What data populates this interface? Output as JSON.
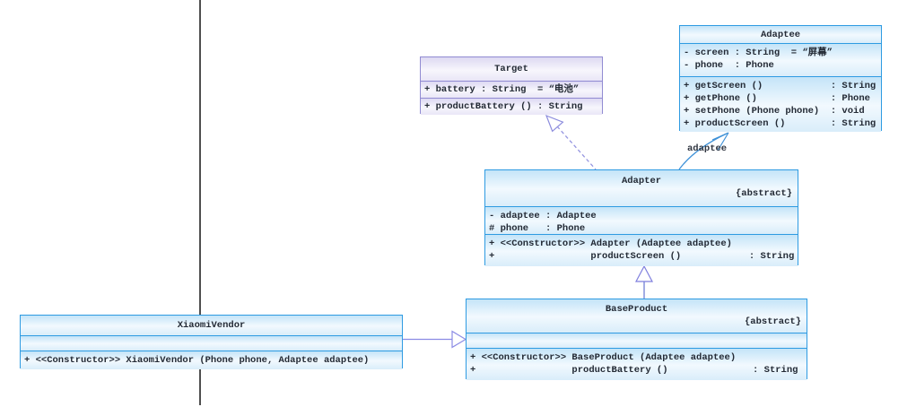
{
  "diagram": {
    "kind": "uml-class-diagram",
    "colors": {
      "class_border": "#2e9be2",
      "class_fill": "#d4ecfb",
      "interface_border": "#918bd2",
      "interface_fill": "#e9e6f7",
      "generalization_line": "#8585e0",
      "realization_dash": "#9595e0",
      "association_line": "#3f92d8",
      "guide_line": "#4f4f4f",
      "text": "#232a35"
    },
    "classes": {
      "target": {
        "name": "Target",
        "kind": "interface",
        "attributes": [
          "+ battery : String  = “电池”"
        ],
        "methods": [
          "+ productBattery () : String"
        ]
      },
      "adaptee": {
        "name": "Adaptee",
        "attributes": [
          "- screen : String  = “屏幕”",
          "- phone  : Phone"
        ],
        "methods": [
          "+ getScreen ()            : String",
          "+ getPhone ()             : Phone",
          "+ setPhone (Phone phone)  : void",
          "+ productScreen ()        : String"
        ]
      },
      "adapter": {
        "name": "Adapter",
        "stereotype": "{abstract}",
        "attributes": [
          "- adaptee : Adaptee",
          "# phone   : Phone"
        ],
        "methods": [
          "+ <<Constructor>> Adapter (Adaptee adaptee)",
          "+                 productScreen ()            : String"
        ]
      },
      "base_product": {
        "name": "BaseProduct",
        "stereotype": "{abstract}",
        "attributes": [],
        "methods": [
          "+ <<Constructor>> BaseProduct (Adaptee adaptee)",
          "+                 productBattery ()               : String"
        ]
      },
      "xiaomi_vendor": {
        "name": "XiaomiVendor",
        "attributes": [],
        "methods": [
          "+ <<Constructor>> XiaomiVendor (Phone phone, Adaptee adaptee)"
        ]
      }
    },
    "relationships": {
      "association_label": "adaptee",
      "realization": "Adapter implements Target",
      "association": "Adapter has Adaptee",
      "generalization_1": "BaseProduct to Adapter",
      "generalization_2": "XiaomiVendor to BaseProduct"
    }
  }
}
